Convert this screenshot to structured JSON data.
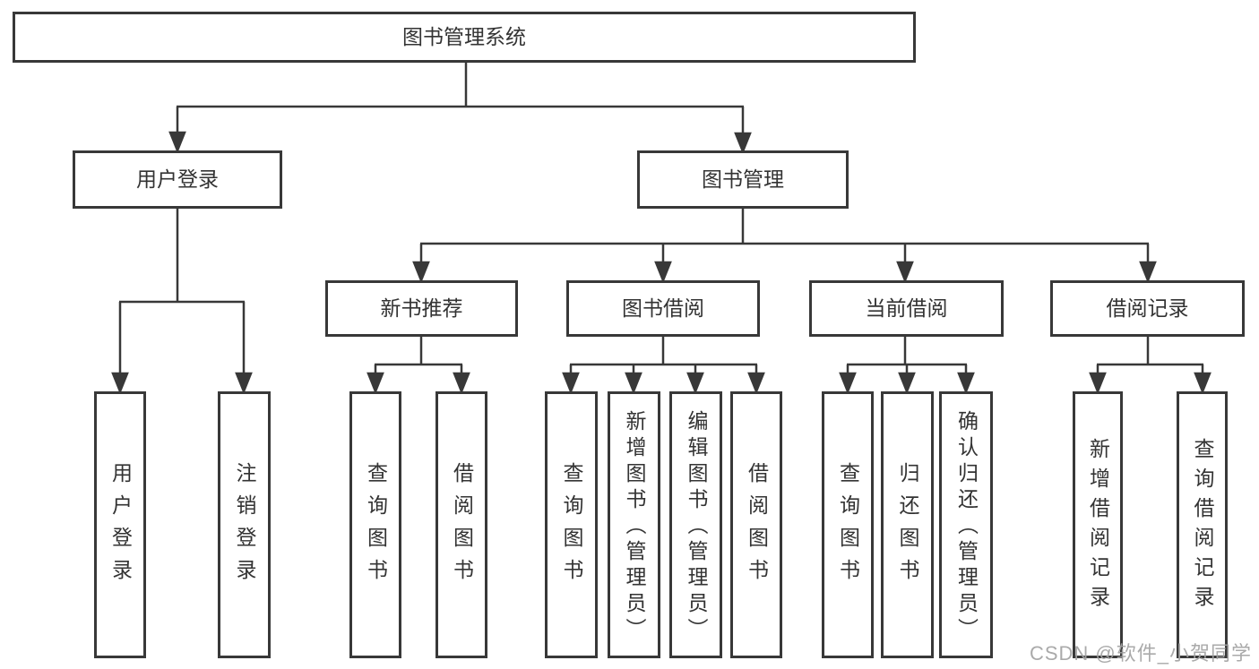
{
  "diagram_title": "图书管理系统",
  "watermark": "CSDN @软件_小贺同学",
  "colors": {
    "line": "#383838",
    "box_border": "#383838",
    "text": "#333333",
    "background": "#ffffff",
    "watermark": "#a3a3a3"
  },
  "nodes": {
    "root": "图书管理系统",
    "level2": [
      "用户登录",
      "图书管理"
    ],
    "level3": [
      "新书推荐",
      "图书借阅",
      "当前借阅",
      "借阅记录"
    ],
    "leaves_user_login": [
      "用户登录",
      "注销登录"
    ],
    "leaves_new_book": [
      "查询图书",
      "借阅图书"
    ],
    "leaves_book_borrow": [
      "查询图书",
      "新增图书（管理员）",
      "编辑图书（管理员）",
      "借阅图书"
    ],
    "leaves_current_borrow": [
      "查询图书",
      "归还图书",
      "确认归还（管理员）"
    ],
    "leaves_borrow_records": [
      "新增借阅记录",
      "查询借阅记录"
    ]
  }
}
